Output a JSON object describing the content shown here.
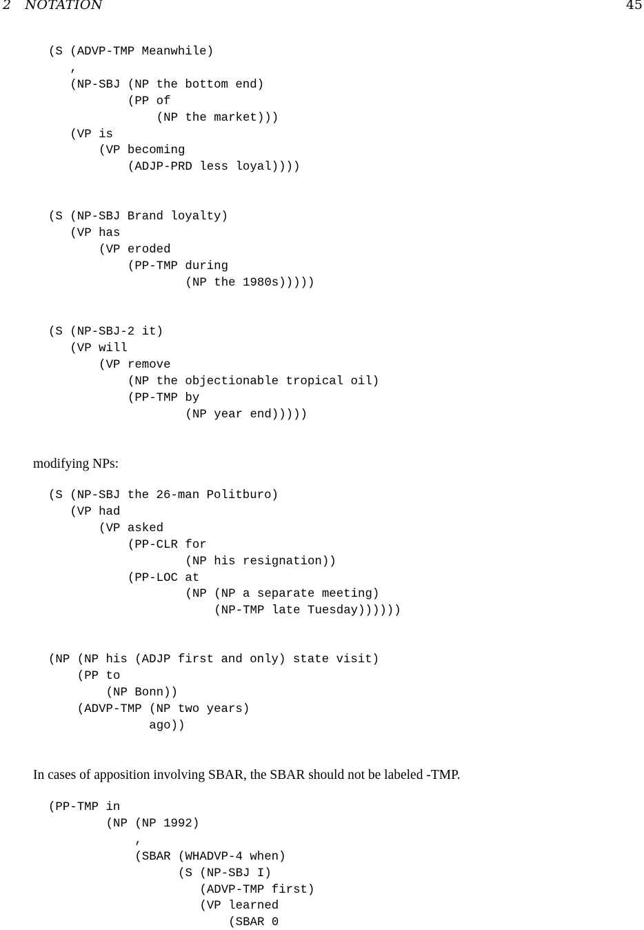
{
  "header": {
    "section": "2   NOTATION",
    "page_number": "45"
  },
  "blocks": [
    {
      "type": "code",
      "lines": [
        {
          "indent": 0,
          "text": "(S (ADVP-TMP Meanwhile)"
        },
        {
          "indent": 3,
          "text": ","
        },
        {
          "indent": 3,
          "text": "(NP-SBJ (NP the bottom end)"
        },
        {
          "indent": 11,
          "text": "(PP of"
        },
        {
          "indent": 15,
          "text": "(NP the market)))"
        },
        {
          "indent": 3,
          "text": "(VP is"
        },
        {
          "indent": 7,
          "text": "(VP becoming"
        },
        {
          "indent": 11,
          "text": "(ADJP-PRD less loyal))))"
        }
      ]
    },
    {
      "type": "code",
      "lines": [
        {
          "indent": 0,
          "text": "(S (NP-SBJ Brand loyalty)"
        },
        {
          "indent": 3,
          "text": "(VP has"
        },
        {
          "indent": 7,
          "text": "(VP eroded"
        },
        {
          "indent": 11,
          "text": "(PP-TMP during"
        },
        {
          "indent": 19,
          "text": "(NP the 1980s)))))"
        }
      ]
    },
    {
      "type": "code",
      "lines": [
        {
          "indent": 0,
          "text": "(S (NP-SBJ-2 it)"
        },
        {
          "indent": 3,
          "text": "(VP will"
        },
        {
          "indent": 7,
          "text": "(VP remove"
        },
        {
          "indent": 11,
          "text": "(NP the objectionable tropical oil)"
        },
        {
          "indent": 11,
          "text": "(PP-TMP by"
        },
        {
          "indent": 19,
          "text": "(NP year end)))))"
        }
      ]
    },
    {
      "type": "prose",
      "text": "modifying NPs:"
    },
    {
      "type": "code",
      "lines": [
        {
          "indent": 0,
          "text": "(S (NP-SBJ the 26-man Politburo)"
        },
        {
          "indent": 3,
          "text": "(VP had"
        },
        {
          "indent": 7,
          "text": "(VP asked"
        },
        {
          "indent": 11,
          "text": "(PP-CLR for"
        },
        {
          "indent": 19,
          "text": "(NP his resignation))"
        },
        {
          "indent": 11,
          "text": "(PP-LOC at"
        },
        {
          "indent": 19,
          "text": "(NP (NP a separate meeting)"
        },
        {
          "indent": 23,
          "text": "(NP-TMP late Tuesday))))))"
        }
      ]
    },
    {
      "type": "code",
      "lines": [
        {
          "indent": 0,
          "text": "(NP (NP his (ADJP first and only) state visit)"
        },
        {
          "indent": 4,
          "text": "(PP to"
        },
        {
          "indent": 8,
          "text": "(NP Bonn))"
        },
        {
          "indent": 4,
          "text": "(ADVP-TMP (NP two years)"
        },
        {
          "indent": 14,
          "text": "ago))"
        }
      ]
    },
    {
      "type": "prose",
      "text": "In cases of apposition involving SBAR, the SBAR should not be labeled -TMP."
    },
    {
      "type": "code",
      "lines": [
        {
          "indent": 0,
          "text": "(PP-TMP in"
        },
        {
          "indent": 8,
          "text": "(NP (NP 1992)"
        },
        {
          "indent": 12,
          "text": ","
        },
        {
          "indent": 12,
          "text": "(SBAR (WHADVP-4 when)"
        },
        {
          "indent": 18,
          "text": "(S (NP-SBJ I)"
        },
        {
          "indent": 21,
          "text": "(ADVP-TMP first)"
        },
        {
          "indent": 21,
          "text": "(VP learned"
        },
        {
          "indent": 25,
          "text": "(SBAR 0"
        }
      ]
    }
  ]
}
